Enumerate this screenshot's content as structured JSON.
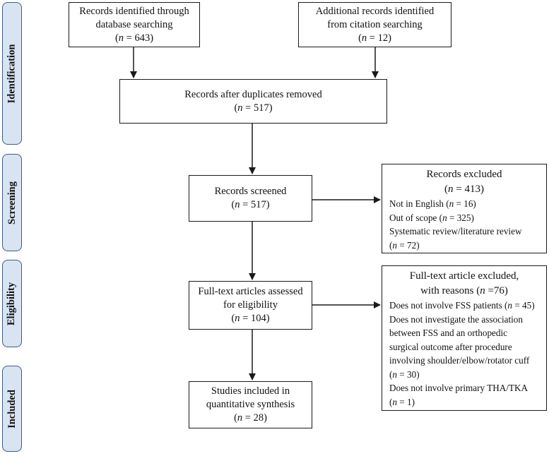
{
  "stages": {
    "identification": "Identification",
    "screening": "Screening",
    "eligibility": "Eligibility",
    "included": "Included"
  },
  "boxes": {
    "database": {
      "line1": "Records identified through",
      "line2": "database searching",
      "n_label": "n",
      "n_value": " = 643"
    },
    "citation": {
      "line1": "Additional records identified",
      "line2": "from citation searching",
      "n_label": "n",
      "n_value": " = 12"
    },
    "dedup": {
      "line1": "Records after duplicates removed",
      "n_label": "n",
      "n_value": " = 517"
    },
    "screened": {
      "line1": "Records screened",
      "n_label": "n",
      "n_value": " = 517"
    },
    "fulltext": {
      "line1": "Full-text articles assessed",
      "line2": "for eligibility",
      "n_label": "n",
      "n_value": " = 104"
    },
    "included": {
      "line1": "Studies included in",
      "line2": "quantitative synthesis",
      "n_label": "n",
      "n_value": " = 28"
    }
  },
  "records_excluded": {
    "title": "Records excluded",
    "n_label": "n",
    "n_value": " = 413",
    "items": [
      {
        "text": "Not in English (",
        "n_label": "n",
        "n_value": " = 16)"
      },
      {
        "text": "Out of scope (",
        "n_label": "n",
        "n_value": " = 325)"
      },
      {
        "text": "Systematic review/literature review",
        "n_label": "",
        "n_value": ""
      },
      {
        "text": "(",
        "n_label": "n",
        "n_value": " = 72)"
      }
    ]
  },
  "fulltext_excluded": {
    "title_line1": "Full-text article excluded,",
    "title_line2_pre": "with reasons (",
    "n_label": "n",
    "n_value": " =76)",
    "items": [
      {
        "text": "Does not involve FSS patients (",
        "n_label": "n",
        "n_value": " = 45)"
      },
      {
        "text": "Does not investigate the association",
        "n_label": "",
        "n_value": ""
      },
      {
        "text": "between FSS and an orthopedic",
        "n_label": "",
        "n_value": ""
      },
      {
        "text": "surgical outcome after procedure",
        "n_label": "",
        "n_value": ""
      },
      {
        "text": "involving shoulder/elbow/rotator cuff",
        "n_label": "",
        "n_value": ""
      },
      {
        "text": "(",
        "n_label": "n",
        "n_value": " = 30)"
      },
      {
        "text": "Does not involve primary THA/TKA",
        "n_label": "",
        "n_value": ""
      },
      {
        "text": "(",
        "n_label": "n",
        "n_value": " = 1)"
      }
    ]
  },
  "colors": {
    "stage_fill": "#d8e4f2",
    "stage_border": "#3d5e86",
    "box_border": "#1a1a1a",
    "arrow": "#1a1a1a"
  }
}
